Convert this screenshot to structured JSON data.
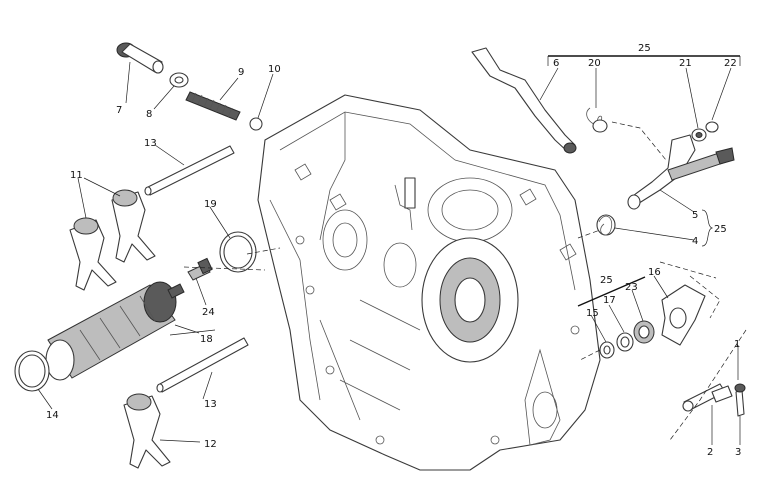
{
  "diagram": {
    "callouts": {
      "c1": "1",
      "c2": "2",
      "c3": "3",
      "c4": "4",
      "c5": "5",
      "c6": "6",
      "c7": "7",
      "c8": "8",
      "c9": "9",
      "c10": "10",
      "c11": "11",
      "c12": "12",
      "c13a": "13",
      "c13b": "13",
      "c14": "14",
      "c15": "15",
      "c16": "16",
      "c17": "17",
      "c18": "18",
      "c19": "19",
      "c20": "20",
      "c21": "21",
      "c22": "22",
      "c23": "23",
      "c24": "24",
      "c25a": "25",
      "c25b": "25",
      "c25c": "25"
    }
  }
}
